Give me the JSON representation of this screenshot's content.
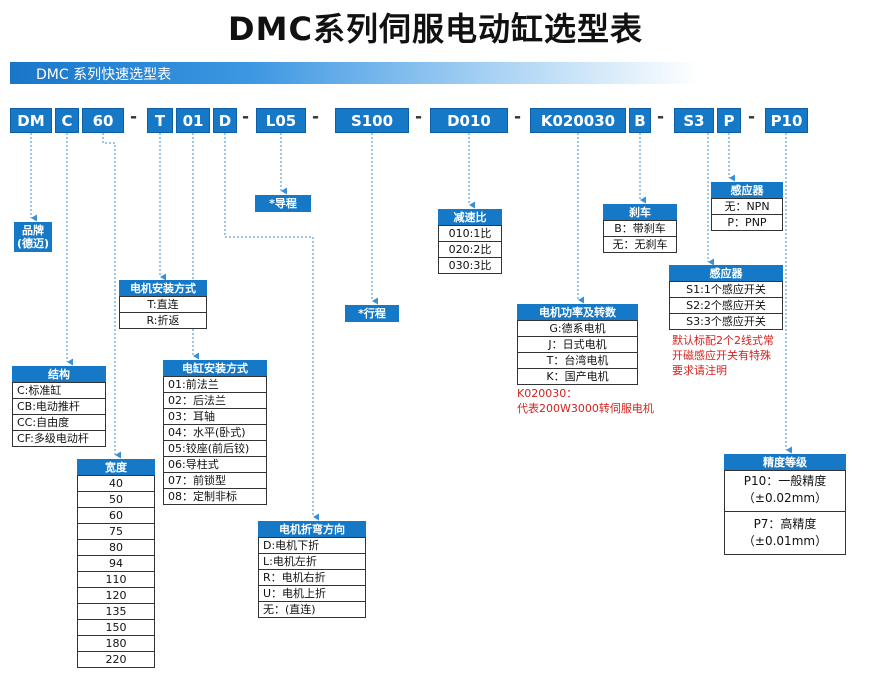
{
  "title": "DMC系列伺服电动缸选型表",
  "subtitle": "DMC 系列快速选型表",
  "codes": [
    "DM",
    "C",
    "60",
    "T",
    "01",
    "D",
    "L05",
    "S100",
    "D010",
    "K020030",
    "B",
    "S3",
    "P",
    "P10"
  ],
  "dash": "-",
  "brand": {
    "label": "品牌\n(德迈)"
  },
  "structure": {
    "label": "结构",
    "items": [
      "C:标准缸",
      "CB:电动推杆",
      "CC:自由度",
      "CF:多级电动杆"
    ]
  },
  "width": {
    "label": "宽度",
    "items": [
      "40",
      "50",
      "60",
      "75",
      "80",
      "94",
      "110",
      "120",
      "135",
      "150",
      "180",
      "220"
    ]
  },
  "motor_mount": {
    "label": "电机安装方式",
    "items": [
      "T:直连",
      "R:折返"
    ]
  },
  "cylinder_mount": {
    "label": "电缸安装方式",
    "items": [
      "01:前法兰",
      "02：后法兰",
      "03：耳轴",
      "04：水平(卧式)",
      "05:铰座(前后铰)",
      "06:导柱式",
      "07：前锁型",
      "08：定制非标"
    ]
  },
  "fold_direction": {
    "label": "电机折弯方向",
    "items": [
      "D:电机下折",
      "L:电机左折",
      "R：电机右折",
      "U：电机上折",
      "无：(直连)"
    ]
  },
  "lead": {
    "label": "*导程"
  },
  "stroke": {
    "label": "*行程"
  },
  "reducer": {
    "label": "减速比",
    "items": [
      "010:1比",
      "020:2比",
      "030:3比"
    ]
  },
  "motor_power": {
    "label": "电机功率及转数",
    "items": [
      "G:德系电机",
      "J：日式电机",
      "T：台湾电机",
      "K：国产电机"
    ],
    "note1": "K020030：",
    "note2": "代表200W3000转伺服电机"
  },
  "brake": {
    "label": "刹车",
    "items": [
      "B：带刹车",
      "无：无刹车"
    ]
  },
  "sensor_switch": {
    "label": "感应器",
    "items": [
      "S1:1个感应开关",
      "S2:2个感应开关",
      "S3:3个感应开关"
    ],
    "notes": [
      "默认标配2个2线式常",
      "开磁感应开关有特殊",
      "要求请注明"
    ]
  },
  "sensor_type": {
    "label": "感应器",
    "items": [
      "无：NPN",
      "P：PNP"
    ]
  },
  "precision": {
    "label": "精度等级",
    "items": [
      "P10：一般精度",
      "（±0.02mm）",
      "P7：高精度",
      "（±0.01mm）"
    ]
  },
  "colors": {
    "accent": "#1679c8",
    "note": "#d2231f",
    "connector": "#3a8fd6"
  }
}
